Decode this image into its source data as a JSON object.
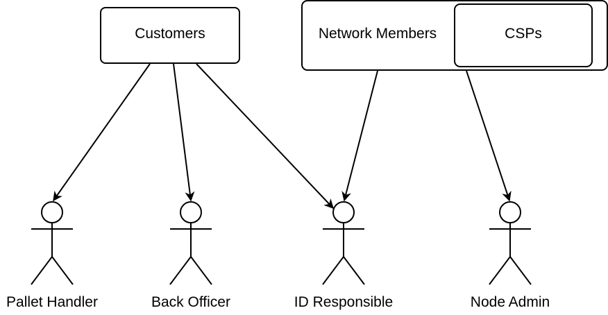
{
  "nodes": {
    "customers": {
      "label": "Customers"
    },
    "network_members": {
      "label": "Network Members"
    },
    "csps": {
      "label": "CSPs"
    }
  },
  "actors": {
    "pallet_handler": {
      "label": "Pallet Handler"
    },
    "back_officer": {
      "label": "Back Officer"
    },
    "id_responsible": {
      "label": "ID Responsible"
    },
    "node_admin": {
      "label": "Node Admin"
    }
  },
  "edges": [
    {
      "from": "customers",
      "to": "pallet_handler"
    },
    {
      "from": "customers",
      "to": "back_officer"
    },
    {
      "from": "customers",
      "to": "id_responsible"
    },
    {
      "from": "network_members",
      "to": "id_responsible"
    },
    {
      "from": "csps",
      "to": "node_admin"
    }
  ],
  "colors": {
    "stroke": "#000000",
    "background": "#ffffff"
  }
}
